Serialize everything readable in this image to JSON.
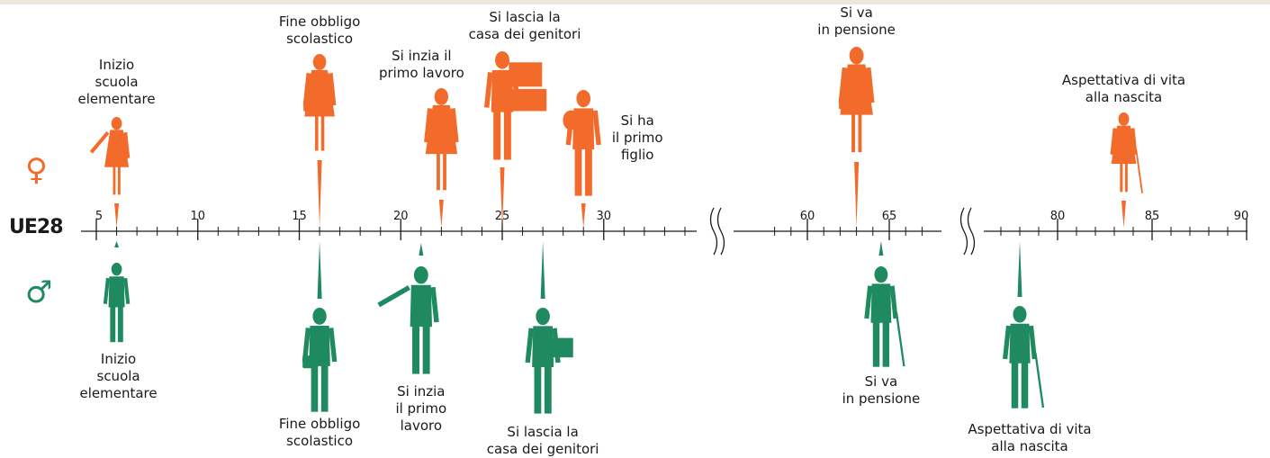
{
  "axis_label": "UE28",
  "colors": {
    "female": "#f26b2a",
    "male": "#1f8a5f",
    "axis": "#1a1a1a",
    "band": "#ece7dc"
  },
  "symbols": {
    "female": "♀",
    "male": "♂"
  },
  "tick_labels": [
    "5",
    "10",
    "15",
    "20",
    "25",
    "30",
    "60",
    "65",
    "80",
    "85",
    "90"
  ],
  "female_events": [
    {
      "age": 6.0,
      "label": "Inizio\nscuola\nelementare",
      "icon": "girl-silhouette"
    },
    {
      "age": 16.0,
      "label": "Fine obbligo\nscolastico",
      "icon": "teen-girl-bag-silhouette"
    },
    {
      "age": 22.0,
      "label": "Si inzia il\nprimo lavoro",
      "icon": "woman-worker-silhouette"
    },
    {
      "age": 25.0,
      "label": "Si lascia la\ncasa dei genitori",
      "icon": "woman-boxes-silhouette"
    },
    {
      "age": 29.0,
      "label": "Si ha\nil primo\nfiglio",
      "icon": "woman-baby-silhouette"
    },
    {
      "age": 63.0,
      "label": "Si va\nin pensione",
      "icon": "woman-pensioner-silhouette"
    },
    {
      "age": 83.5,
      "label": "Aspettativa di vita\nalla nascita",
      "icon": "elderly-woman-cane-silhouette"
    }
  ],
  "male_events": [
    {
      "age": 6.0,
      "label": "Inizio\nscuola\nelementare",
      "icon": "boy-silhouette"
    },
    {
      "age": 16.0,
      "label": "Fine obbligo\nscolastico",
      "icon": "teen-boy-backpack-silhouette"
    },
    {
      "age": 21.0,
      "label": "Si inzia\nil primo\nlavoro",
      "icon": "man-worker-silhouette"
    },
    {
      "age": 27.0,
      "label": "Si lascia la\ncasa dei genitori",
      "icon": "man-box-silhouette"
    },
    {
      "age": 64.5,
      "label": "Si va\nin pensione",
      "icon": "man-pensioner-umbrella-silhouette"
    },
    {
      "age": 78.0,
      "label": "Aspettativa di vita\nalla nascita",
      "icon": "elderly-man-cane-silhouette"
    }
  ]
}
